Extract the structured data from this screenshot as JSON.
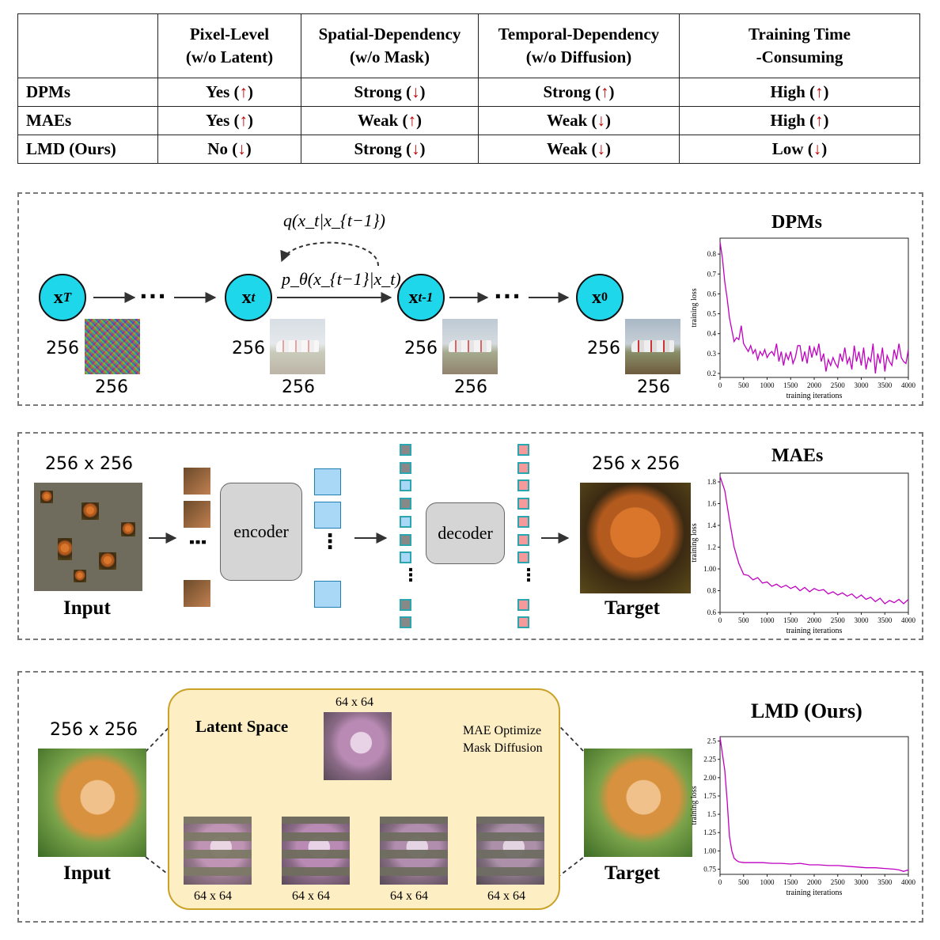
{
  "table": {
    "headers": [
      {
        "line1": "",
        "line2": ""
      },
      {
        "line1": "Pixel-Level",
        "line2": "(w/o Latent)"
      },
      {
        "line1": "Spatial-Dependency",
        "line2": "(w/o Mask)"
      },
      {
        "line1": "Temporal-Dependency",
        "line2": "(w/o Diffusion)"
      },
      {
        "line1": "Training Time",
        "line2": "-Consuming"
      }
    ],
    "rows": [
      {
        "name": "DPMs",
        "cells": [
          {
            "text": "Yes",
            "arrow": "↑"
          },
          {
            "text": "Strong",
            "arrow": "↓"
          },
          {
            "text": "Strong",
            "arrow": "↑"
          },
          {
            "text": "High",
            "arrow": "↑"
          }
        ]
      },
      {
        "name": "MAEs",
        "cells": [
          {
            "text": "Yes",
            "arrow": "↑"
          },
          {
            "text": "Weak",
            "arrow": "↑"
          },
          {
            "text": "Weak",
            "arrow": "↓"
          },
          {
            "text": "High",
            "arrow": "↑"
          }
        ]
      },
      {
        "name": "LMD (Ours)",
        "cells": [
          {
            "text": "No",
            "arrow": "↓"
          },
          {
            "text": "Strong",
            "arrow": "↓"
          },
          {
            "text": "Weak",
            "arrow": "↓"
          },
          {
            "text": "Low",
            "arrow": "↓"
          }
        ]
      }
    ]
  },
  "dpms": {
    "title": "DPMs",
    "nodes": [
      "x_T",
      "x_t",
      "x_t-1",
      "x_0"
    ],
    "forward_label": "q(x_t|x_{t−1})",
    "reverse_label": "p_θ(x_{t−1}|x_t)",
    "ellipsis": "···",
    "size": "256"
  },
  "maes": {
    "title": "MAEs",
    "input_size": "256 x 256",
    "target_size": "256 x 256",
    "input_label": "Input",
    "target_label": "Target",
    "encoder_label": "encoder",
    "decoder_label": "decoder"
  },
  "lmd": {
    "title": "LMD (Ours)",
    "input_size": "256 x 256",
    "input_label": "Input",
    "target_label": "Target",
    "latent_space_label": "Latent Space",
    "latent_size": "64 x 64",
    "legend_optimize": "MAE Optimize",
    "legend_diffusion": "Mask Diffusion",
    "stage_sizes": [
      "64 x 64",
      "64 x 64",
      "64 x 64",
      "64 x 64"
    ]
  },
  "chart_data": [
    {
      "type": "line",
      "title": "",
      "xlabel": "training iterations",
      "ylabel": "training loss",
      "xlim": [
        0,
        4000
      ],
      "ylim": [
        0.18,
        0.88
      ],
      "xticks": [
        0,
        500,
        1000,
        1500,
        2000,
        2500,
        3000,
        3500,
        4000
      ],
      "yticks": [
        0.2,
        0.3,
        0.4,
        0.5,
        0.6,
        0.7,
        0.8
      ],
      "color": "#c000c0",
      "x": [
        0,
        50,
        100,
        150,
        200,
        300,
        350,
        400,
        450,
        500,
        550,
        600,
        650,
        700,
        750,
        800,
        850,
        900,
        950,
        1000,
        1050,
        1100,
        1150,
        1200,
        1250,
        1300,
        1350,
        1400,
        1450,
        1500,
        1550,
        1600,
        1650,
        1700,
        1750,
        1800,
        1850,
        1900,
        1950,
        2000,
        2050,
        2100,
        2150,
        2200,
        2250,
        2300,
        2350,
        2400,
        2450,
        2500,
        2550,
        2600,
        2650,
        2700,
        2750,
        2800,
        2850,
        2900,
        2950,
        3000,
        3050,
        3100,
        3150,
        3200,
        3250,
        3300,
        3350,
        3400,
        3450,
        3500,
        3550,
        3600,
        3650,
        3700,
        3750,
        3800,
        3850,
        3900,
        3950,
        4000
      ],
      "y": [
        0.86,
        0.78,
        0.66,
        0.58,
        0.48,
        0.36,
        0.38,
        0.37,
        0.44,
        0.35,
        0.33,
        0.31,
        0.34,
        0.3,
        0.32,
        0.27,
        0.31,
        0.29,
        0.32,
        0.28,
        0.3,
        0.31,
        0.29,
        0.35,
        0.26,
        0.31,
        0.24,
        0.3,
        0.27,
        0.31,
        0.25,
        0.28,
        0.34,
        0.34,
        0.26,
        0.31,
        0.25,
        0.34,
        0.28,
        0.33,
        0.29,
        0.35,
        0.26,
        0.3,
        0.21,
        0.27,
        0.24,
        0.28,
        0.25,
        0.23,
        0.3,
        0.26,
        0.33,
        0.25,
        0.28,
        0.22,
        0.34,
        0.26,
        0.31,
        0.24,
        0.33,
        0.22,
        0.28,
        0.26,
        0.35,
        0.2,
        0.3,
        0.25,
        0.33,
        0.21,
        0.29,
        0.26,
        0.24,
        0.32,
        0.27,
        0.35,
        0.28,
        0.26,
        0.25,
        0.32
      ]
    },
    {
      "type": "line",
      "title": "",
      "xlabel": "training iterations",
      "ylabel": "training loss",
      "xlim": [
        0,
        4000
      ],
      "ylim": [
        0.6,
        1.88
      ],
      "xticks": [
        0,
        500,
        1000,
        1500,
        2000,
        2500,
        3000,
        3500,
        4000
      ],
      "yticks": [
        0.6,
        0.8,
        1.0,
        1.2,
        1.4,
        1.6,
        1.8
      ],
      "color": "#c000c0",
      "x": [
        0,
        100,
        200,
        300,
        400,
        500,
        600,
        700,
        800,
        900,
        1000,
        1100,
        1200,
        1300,
        1400,
        1500,
        1600,
        1700,
        1800,
        1900,
        2000,
        2100,
        2200,
        2300,
        2400,
        2500,
        2600,
        2700,
        2800,
        2900,
        3000,
        3100,
        3200,
        3300,
        3400,
        3500,
        3600,
        3700,
        3800,
        3900,
        4000
      ],
      "y": [
        1.85,
        1.72,
        1.45,
        1.2,
        1.05,
        0.95,
        0.94,
        0.9,
        0.92,
        0.87,
        0.88,
        0.84,
        0.86,
        0.83,
        0.85,
        0.82,
        0.84,
        0.8,
        0.83,
        0.79,
        0.82,
        0.8,
        0.81,
        0.77,
        0.79,
        0.76,
        0.78,
        0.75,
        0.77,
        0.73,
        0.76,
        0.72,
        0.74,
        0.7,
        0.73,
        0.68,
        0.71,
        0.69,
        0.72,
        0.68,
        0.72
      ]
    },
    {
      "type": "line",
      "title": "",
      "xlabel": "training iterations",
      "ylabel": "training loss",
      "xlim": [
        0,
        4000
      ],
      "ylim": [
        0.68,
        2.56
      ],
      "xticks": [
        0,
        500,
        1000,
        1500,
        2000,
        2500,
        3000,
        3500,
        4000
      ],
      "yticks": [
        0.75,
        1.0,
        1.25,
        1.5,
        1.75,
        2.0,
        2.25,
        2.5
      ],
      "color": "#c000c0",
      "x": [
        0,
        100,
        150,
        200,
        250,
        300,
        350,
        400,
        500,
        700,
        900,
        1100,
        1300,
        1500,
        1700,
        1900,
        2100,
        2300,
        2500,
        2700,
        2900,
        3100,
        3300,
        3500,
        3700,
        3800,
        3900,
        4000
      ],
      "y": [
        2.55,
        2.1,
        1.7,
        1.2,
        1.0,
        0.9,
        0.87,
        0.85,
        0.84,
        0.84,
        0.84,
        0.83,
        0.83,
        0.82,
        0.83,
        0.81,
        0.81,
        0.8,
        0.8,
        0.79,
        0.78,
        0.77,
        0.77,
        0.76,
        0.75,
        0.74,
        0.72,
        0.74
      ]
    }
  ]
}
